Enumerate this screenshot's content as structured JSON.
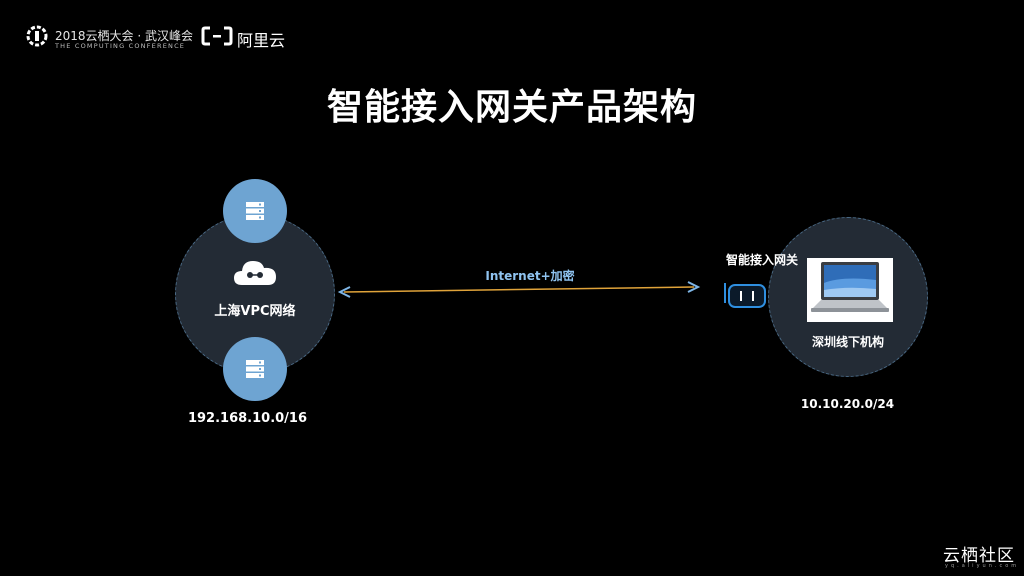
{
  "header": {
    "conference_title": "2018云栖大会 · 武汉峰会",
    "conference_subtitle": "THE COMPUTING CONFERENCE",
    "brand_text": "阿里云"
  },
  "title": "智能接入网关产品架构",
  "left_site": {
    "label": "上海VPC网络",
    "cidr": "192.168.10.0/16"
  },
  "connection": {
    "label": "Internet+加密"
  },
  "gateway": {
    "label": "智能接入网关"
  },
  "right_site": {
    "label": "深圳线下机构",
    "cidr": "10.10.20.0/24"
  },
  "footer": {
    "community": "云栖社区",
    "community_sub": "yq.aliyun.com"
  },
  "colors": {
    "background": "#000000",
    "node_blue": "#6ea4d2",
    "circle_fill": "#232b35",
    "link_orange": "#e0a33a",
    "link_label_blue": "#8fc3f0",
    "gateway_blue": "#2f8fe0"
  },
  "icons": {
    "server": "server-icon",
    "cloud": "cloud-icon",
    "laptop": "laptop-icon",
    "gateway": "gateway-icon"
  }
}
